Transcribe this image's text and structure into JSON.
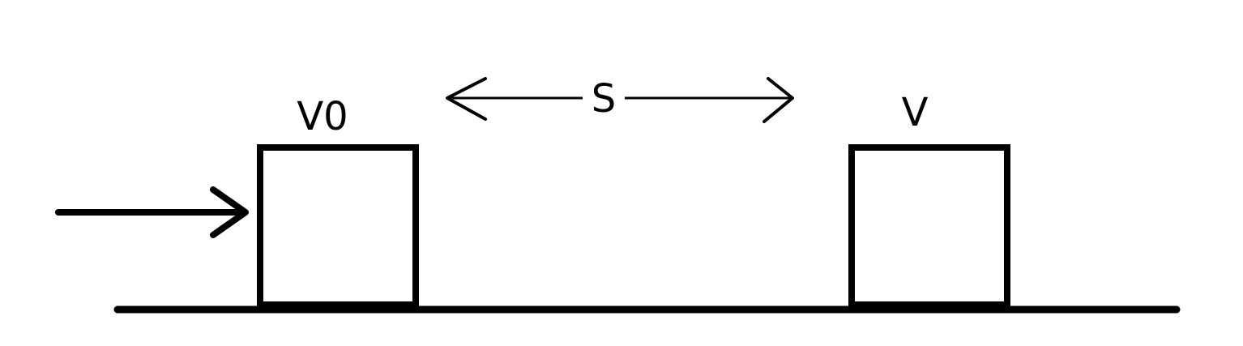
{
  "labels": {
    "initial_velocity": "V0",
    "final_velocity": "V",
    "distance": "S"
  },
  "colors": {
    "stroke": "#000000",
    "background": "#ffffff"
  }
}
